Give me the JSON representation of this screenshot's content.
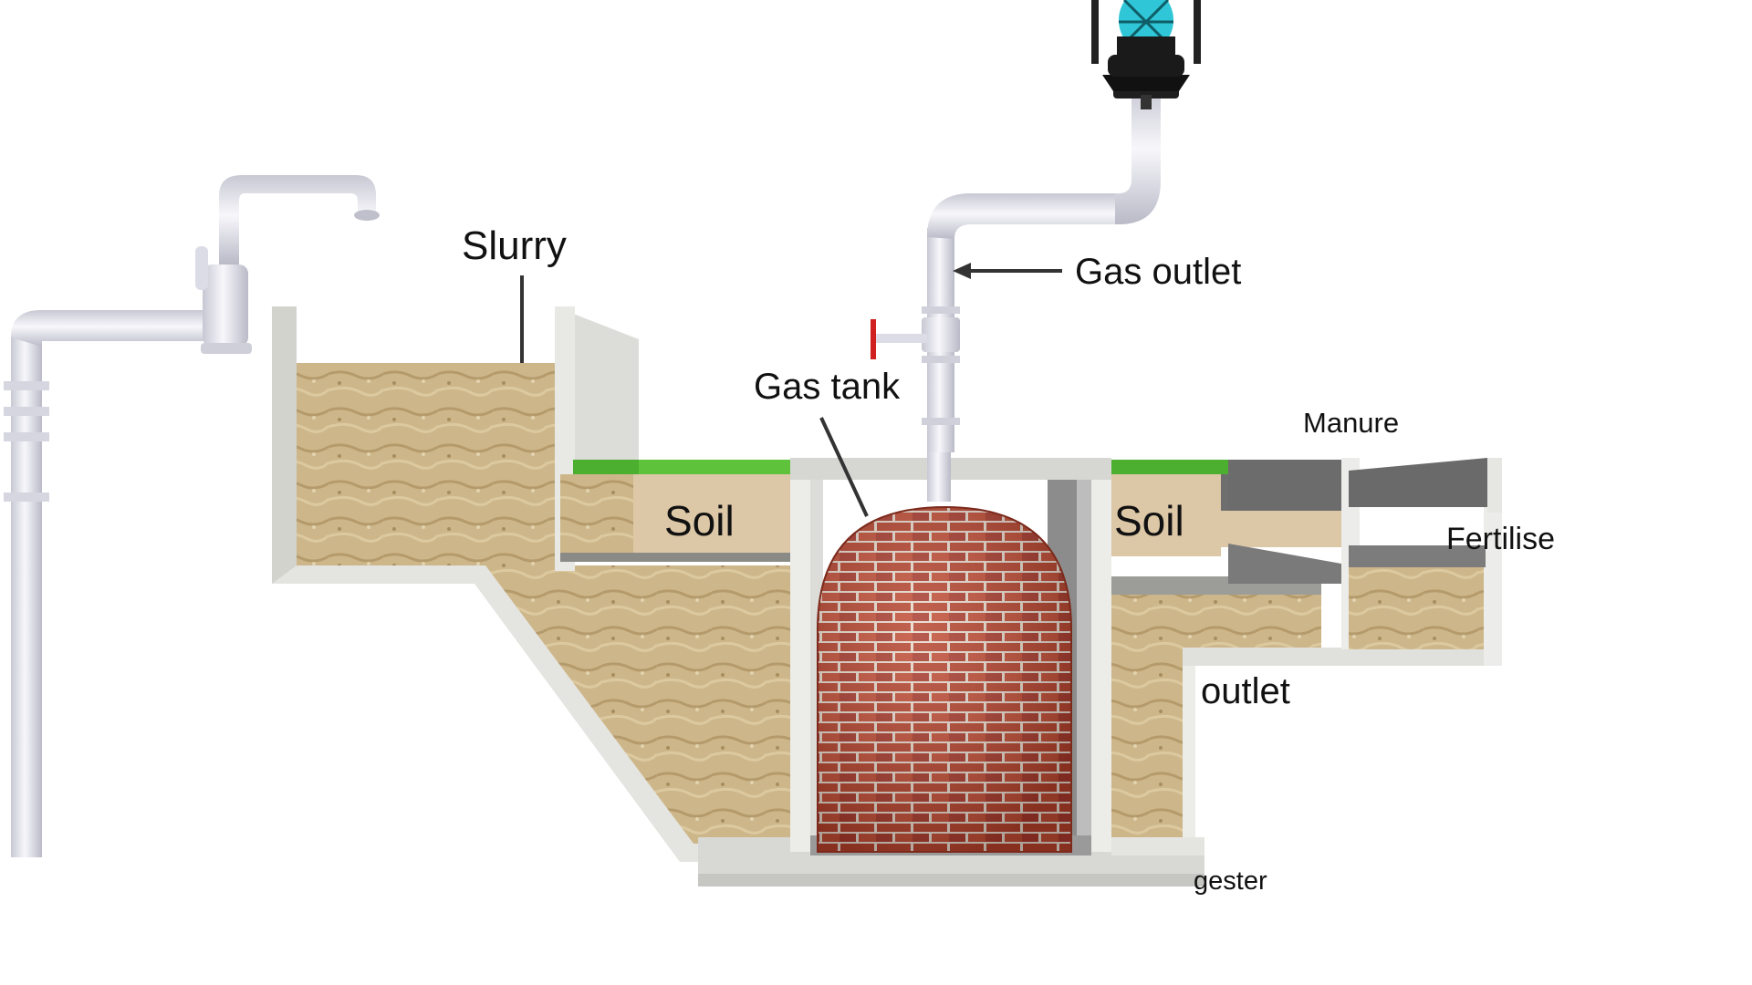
{
  "labels": {
    "slurry": "Slurry",
    "gas_outlet": "Gas outlet",
    "gas_tank": "Gas tank",
    "manure": "Manure",
    "soil_left": "Soil",
    "soil_right": "Soil",
    "fertilise": "Fertilise",
    "outlet": "outlet",
    "digester": "gester"
  },
  "colors": {
    "concrete": "#e6e6e2",
    "slurry": "#c9b487",
    "soil": "#dcc7a6",
    "grass": "#4caf2f",
    "brick": "#b5402a",
    "pipe": "#e9e9f0",
    "lamp_glass": "#2fc6d8",
    "valve": "#d02020"
  },
  "icons": {
    "lamp": "lantern-icon",
    "tap": "tap-icon",
    "valve": "valve-icon"
  }
}
